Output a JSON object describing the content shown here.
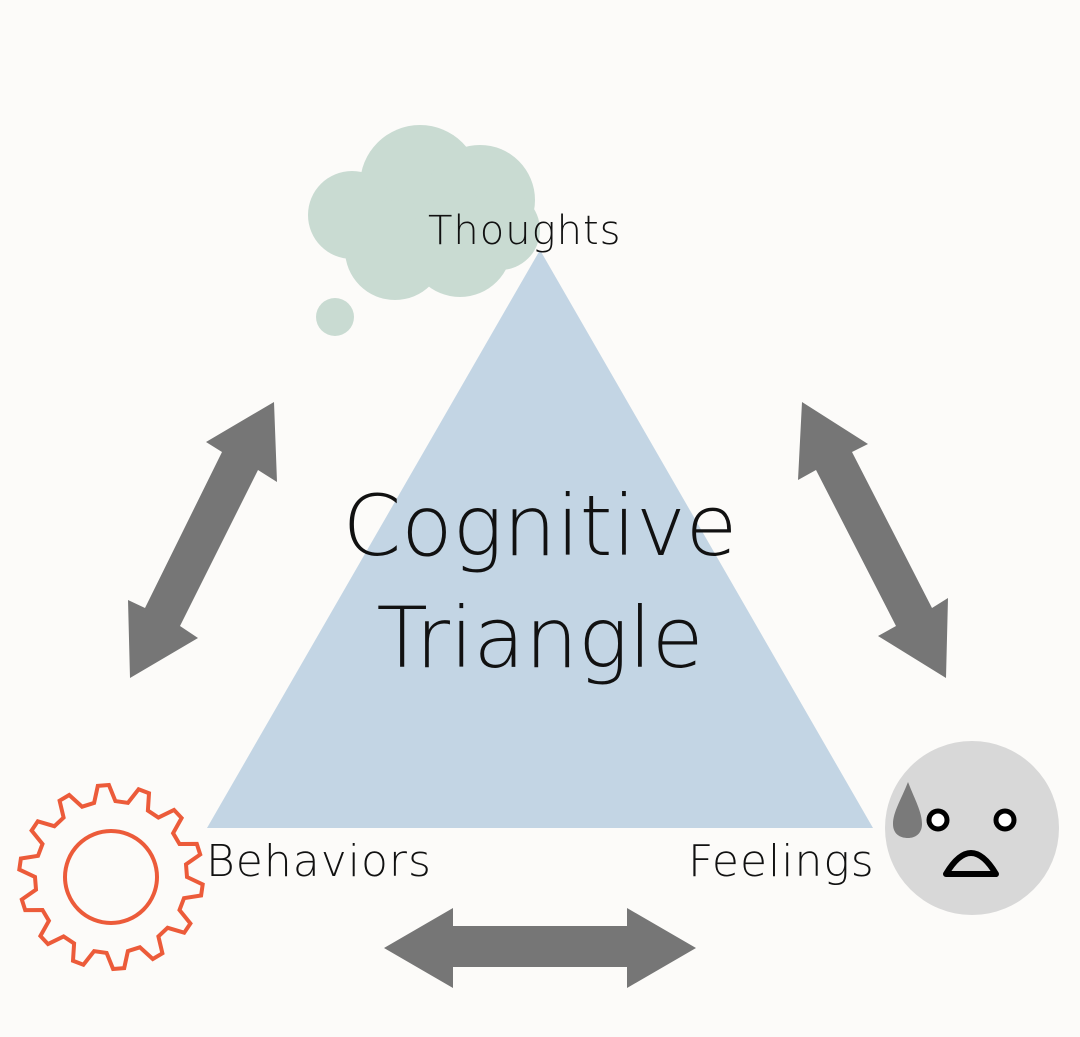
{
  "diagram": {
    "title_line1": "Cognitive",
    "title_line2": "Triangle",
    "nodes": [
      {
        "id": "thoughts",
        "label": "Thoughts",
        "icon": "thought-cloud-icon"
      },
      {
        "id": "behaviors",
        "label": "Behaviors",
        "icon": "gear-icon"
      },
      {
        "id": "feelings",
        "label": "Feelings",
        "icon": "anxious-face-icon"
      }
    ],
    "edges": [
      {
        "from": "thoughts",
        "to": "behaviors",
        "type": "bidirectional"
      },
      {
        "from": "thoughts",
        "to": "feelings",
        "type": "bidirectional"
      },
      {
        "from": "behaviors",
        "to": "feelings",
        "type": "bidirectional"
      }
    ]
  },
  "colors": {
    "background": "#fcfbf9",
    "triangle": "#c3d5e4",
    "cloud": "#c9dbd2",
    "arrow": "#767676",
    "gear": "#ec5b3a",
    "face": "#d8d8d8",
    "sweat_drop": "#7a7a7a",
    "text": "#111111"
  }
}
